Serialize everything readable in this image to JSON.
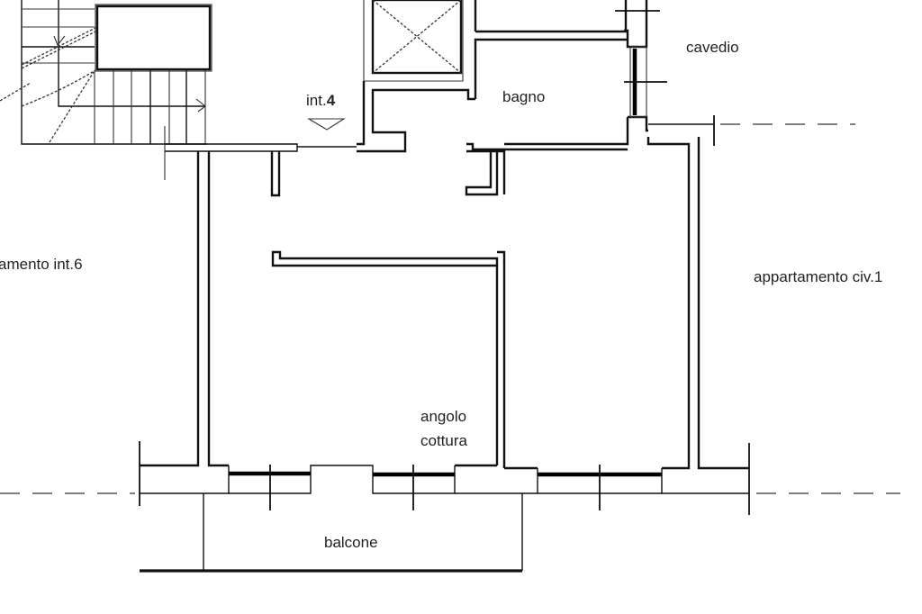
{
  "plan": {
    "labels": {
      "int4_prefix": "int.",
      "int4_number": "4",
      "bagno": "bagno",
      "cavedio": "cavedio",
      "appartamento_int6": "amento int.6",
      "appartamento_civ1": "appartamento civ.1",
      "angolo": "angolo",
      "cottura": "cottura",
      "balcone": "balcone"
    },
    "colors": {
      "wall": "#111111",
      "background": "#ffffff",
      "text": "#222222"
    }
  }
}
